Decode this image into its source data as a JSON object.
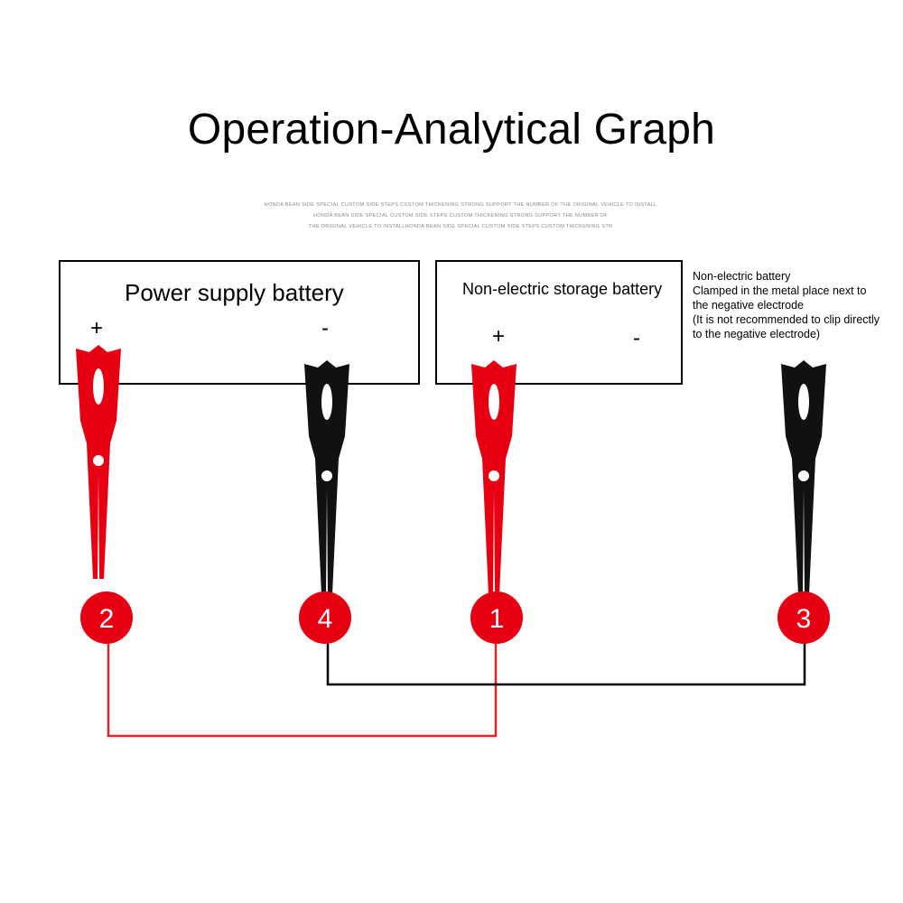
{
  "title": "Operation-Analytical Graph",
  "fine_print": [
    "HONDA BEAN SIDE SPECIAL CUSTOM SIDE STEPS CUSTOM THICKENING STRONG SUPPORT THE NUMBER OF THE ORIGINAL VEHICLE TO INSTALL",
    "HONDA BEAN SIDE SPECIAL CUSTOM SIDE STEPS CUSTOM THICKENING STRONG SUPPORT THE NUMBER OF",
    "THE ORIGINAL VEHICLE TO INSTALLHONDA BEAN SIDE SPECIAL CUSTOM SIDE STEPS CUSTOM THICKENING STR"
  ],
  "power_battery": {
    "label": "Power supply battery",
    "positive": "+",
    "negative": "-"
  },
  "storage_battery": {
    "label": "Non-electric storage battery",
    "positive": "+",
    "negative": "-"
  },
  "note_lines": [
    "Non-electric battery",
    "Clamped in the metal place next to",
    "the negative electrode",
    "(It is not recommended to clip directly",
    "to the negative electrode)"
  ],
  "steps": [
    "2",
    "4",
    "1",
    "3"
  ],
  "colors": {
    "red": "#e60012",
    "black": "#111111",
    "red_wire": "#e8202a",
    "black_wire": "#000000"
  },
  "icons": {
    "red_clamp": "red-clip-icon",
    "black_clamp": "black-clip-icon"
  }
}
